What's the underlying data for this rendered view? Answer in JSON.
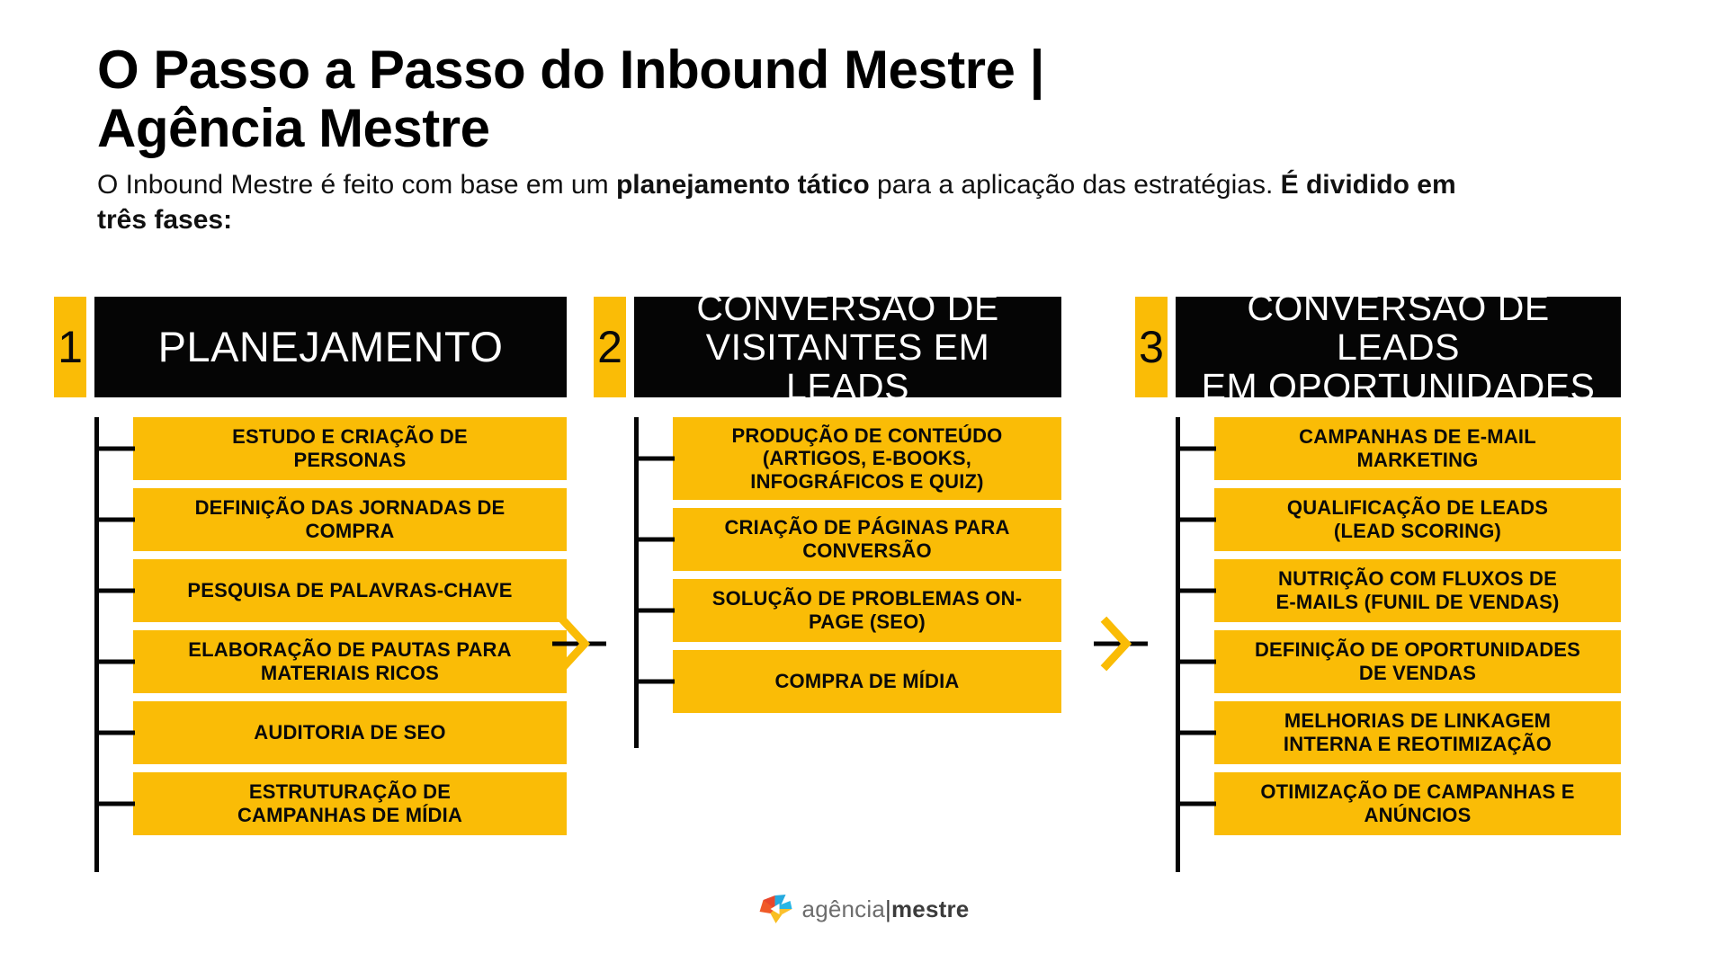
{
  "header": {
    "title": "O Passo a Passo do Inbound Mestre |\nAgência Mestre",
    "subtitle_part1": "O Inbound Mestre é feito com base em um ",
    "subtitle_bold1": "planejamento tático",
    "subtitle_part2": " para a aplicação das estratégias. ",
    "subtitle_bold2": "É dividido em três fases:"
  },
  "colors": {
    "accent_yellow": "#FABC06",
    "black": "#050505",
    "white": "#FFFFFF",
    "logo_gray": "#6D6D6D"
  },
  "flow": {
    "arrow_1_icon": "chevron-right-icon",
    "arrow_2_icon": "chevron-right-icon",
    "phases": [
      {
        "number": "1",
        "title": "PLANEJAMENTO",
        "items": [
          "ESTUDO E CRIAÇÃO DE\nPERSONAS",
          "DEFINIÇÃO DAS JORNADAS DE\nCOMPRA",
          "PESQUISA DE PALAVRAS-CHAVE",
          "ELABORAÇÃO DE PAUTAS PARA\nMATERIAIS RICOS",
          "AUDITORIA DE SEO",
          "ESTRUTURAÇÃO DE\nCAMPANHAS DE MÍDIA"
        ]
      },
      {
        "number": "2",
        "title": "CONVERSÃO DE\nVISITANTES EM LEADS",
        "items": [
          "PRODUÇÃO DE CONTEÚDO\n(ARTIGOS, E-BOOKS,\nINFOGRÁFICOS E QUIZ)",
          "CRIAÇÃO DE PÁGINAS PARA\nCONVERSÃO",
          "SOLUÇÃO DE PROBLEMAS ON-\nPAGE (SEO)",
          "COMPRA DE MÍDIA"
        ]
      },
      {
        "number": "3",
        "title": "CONVERSÃO DE LEADS\nEM OPORTUNIDADES",
        "items": [
          "CAMPANHAS DE E-MAIL\nMARKETING",
          "QUALIFICAÇÃO DE LEADS\n(LEAD SCORING)",
          "NUTRIÇÃO COM FLUXOS DE\nE-MAILS (FUNIL DE VENDAS)",
          "DEFINIÇÃO DE OPORTUNIDADES\nDE VENDAS",
          "MELHORIAS DE LINKAGEM\nINTERNA E REOTIMIZAÇÃO",
          "OTIMIZAÇÃO DE CAMPANHAS E\nANÚNCIOS"
        ]
      }
    ]
  },
  "footer": {
    "logo_icon": "agencia-mestre-pinwheel-icon",
    "logo_text_light": "agência",
    "logo_text_bar": "|",
    "logo_text_bold": "mestre"
  }
}
